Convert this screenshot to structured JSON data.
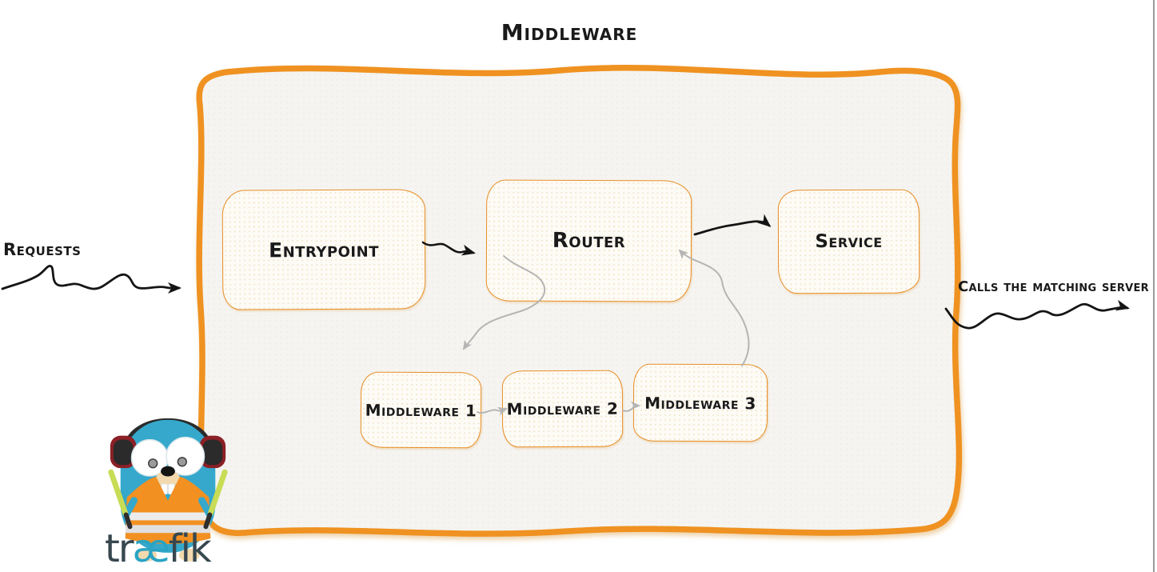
{
  "title": "Middleware",
  "labels": {
    "requests": "Requests",
    "calls": "Calls the matching server"
  },
  "nodes": {
    "entrypoint": "Entrypoint",
    "router": "Router",
    "service": "Service",
    "middleware1": "Middleware 1",
    "middleware2": "Middleware 2",
    "middleware3": "Middleware 3"
  },
  "flow": {
    "black_arrows": [
      "requests → entrypoint",
      "entrypoint → router",
      "router → service",
      "service → calls the matching server"
    ],
    "gray_arrows": [
      "router → middleware 1",
      "middleware 1 → middleware 2",
      "middleware 2 → middleware 3",
      "middleware 3 → router"
    ]
  },
  "logo": {
    "brand": "træfik",
    "part_tr": "tr",
    "part_ae": "æ",
    "part_fik": "fik"
  },
  "colors": {
    "border_orange": "#EF9221",
    "node_fill": "#FDFBF5",
    "outer_fill": "#F5F4F1",
    "arrow_black": "#151515",
    "arrow_gray": "#B5B5B5",
    "brand_dark": "#37474F",
    "brand_teal": "#2AA3C4",
    "gopher_teal": "#35A8CC",
    "vest_orange": "#F29022",
    "baton_green": "#C8DC55"
  }
}
